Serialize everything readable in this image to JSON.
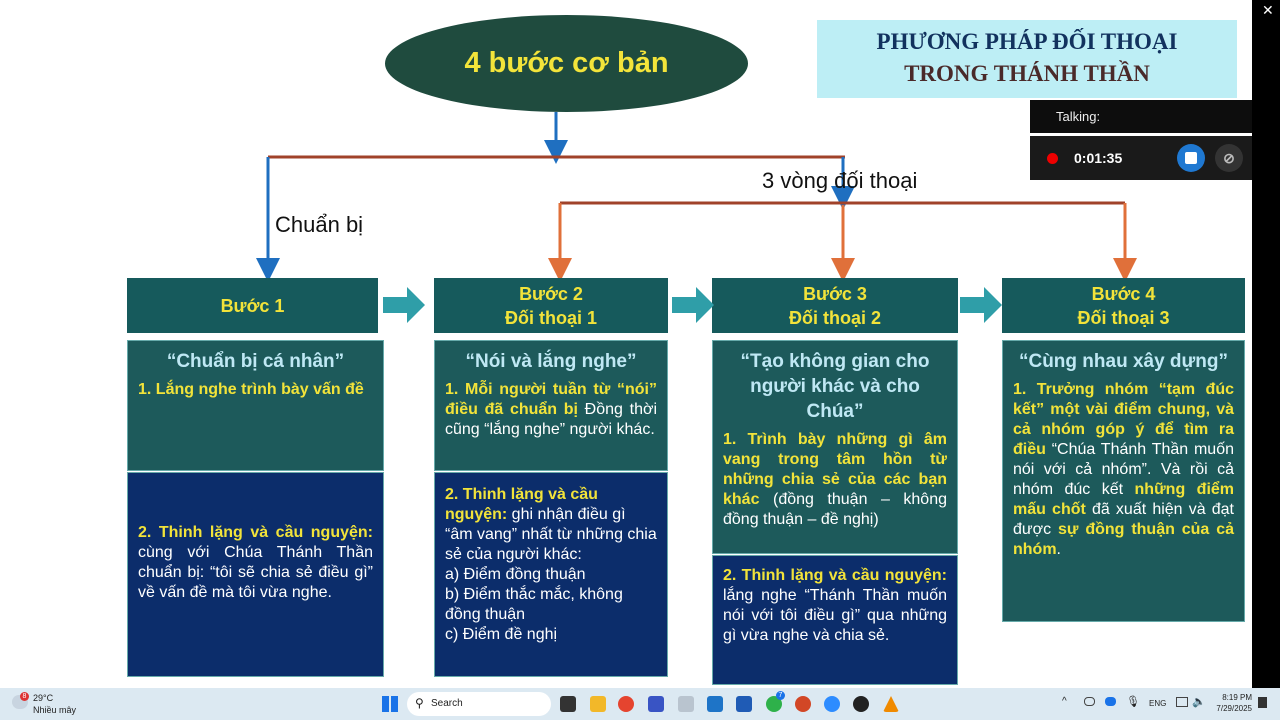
{
  "slide": {
    "title_line1": "PHƯƠNG PHÁP ĐỐI THOẠI",
    "title_line2": "TRONG THÁNH THẦN",
    "main_heading": "4 bước cơ bản",
    "label_prepare": "Chuẩn bị",
    "label_rounds": "3 vòng  đối thoại",
    "steps": [
      {
        "title": "Bước 1",
        "subtitle": "",
        "quote": "“Chuẩn bị cá nhân”",
        "p1": "1. Lắng nghe trình bày vấn đề",
        "p2_bold": "2. Thinh lặng và cầu nguyện:",
        "p2": " cùng với Chúa Thánh Thần chuẩn bị: “tôi sẽ chia sẻ điều gì” về vấn đề mà tôi vừa nghe."
      },
      {
        "title": "Bước 2",
        "subtitle": "Đối thoại 1",
        "quote": "“Nói và lắng nghe”",
        "p1_bold": "1. Mỗi người tuần từ “nói” điều đã chuẩn bị",
        "p1": " Đồng thời cũng “lắng nghe” người khác.",
        "p2_bold": "2. Thinh lặng và cầu nguyện:",
        "p2": " ghi nhận điều gì “âm vang” nhất từ những chia sẻ của người khác:",
        "items": [
          "a) Điểm đồng thuận",
          "b) Điểm thắc mắc, không đồng thuận",
          "c) Điểm đề nghị"
        ]
      },
      {
        "title": "Bước 3",
        "subtitle": "Đối thoại 2",
        "quote": "“Tạo không gian cho người khác và cho Chúa”",
        "p1_bold": "1. Trình bày những gì âm vang trong tâm hồn từ những chia sẻ của các bạn khác",
        "p1": " (đồng thuận – không đồng thuận – đề nghị)",
        "p2_bold": "2. Thinh lặng và cầu nguyện:",
        "p2": " lắng nghe “Thánh Thần muốn nói với tôi điều gì” qua những gì vừa nghe và chia sẻ."
      },
      {
        "title": "Bước 4",
        "subtitle": "Đối thoại 3",
        "quote": "“Cùng nhau xây dựng”",
        "p1_bold": "1. Trưởng nhóm “tạm đúc kết” một vài điểm chung, và cả nhóm góp ý để tìm ra điều",
        "p1": " “Chúa Thánh Thần muốn nói với cả nhóm”. Và rồi cả nhóm đúc kết ",
        "p1_bold2": "những điểm mấu chốt",
        "p1b": " đã xuất hiện và đạt được ",
        "p1_bold3": "sự đồng thuận của cả nhóm",
        "p1c": "."
      }
    ]
  },
  "overlay": {
    "talking": "Talking:",
    "timer": "0:01:35"
  },
  "taskbar": {
    "temp": "29°C",
    "weather": "Nhiều mây",
    "weather_badge": "8",
    "search": "Search",
    "lang": "ENG",
    "time": "8:19 PM",
    "date": "7/29/2025",
    "whatsapp_badge": "7"
  }
}
